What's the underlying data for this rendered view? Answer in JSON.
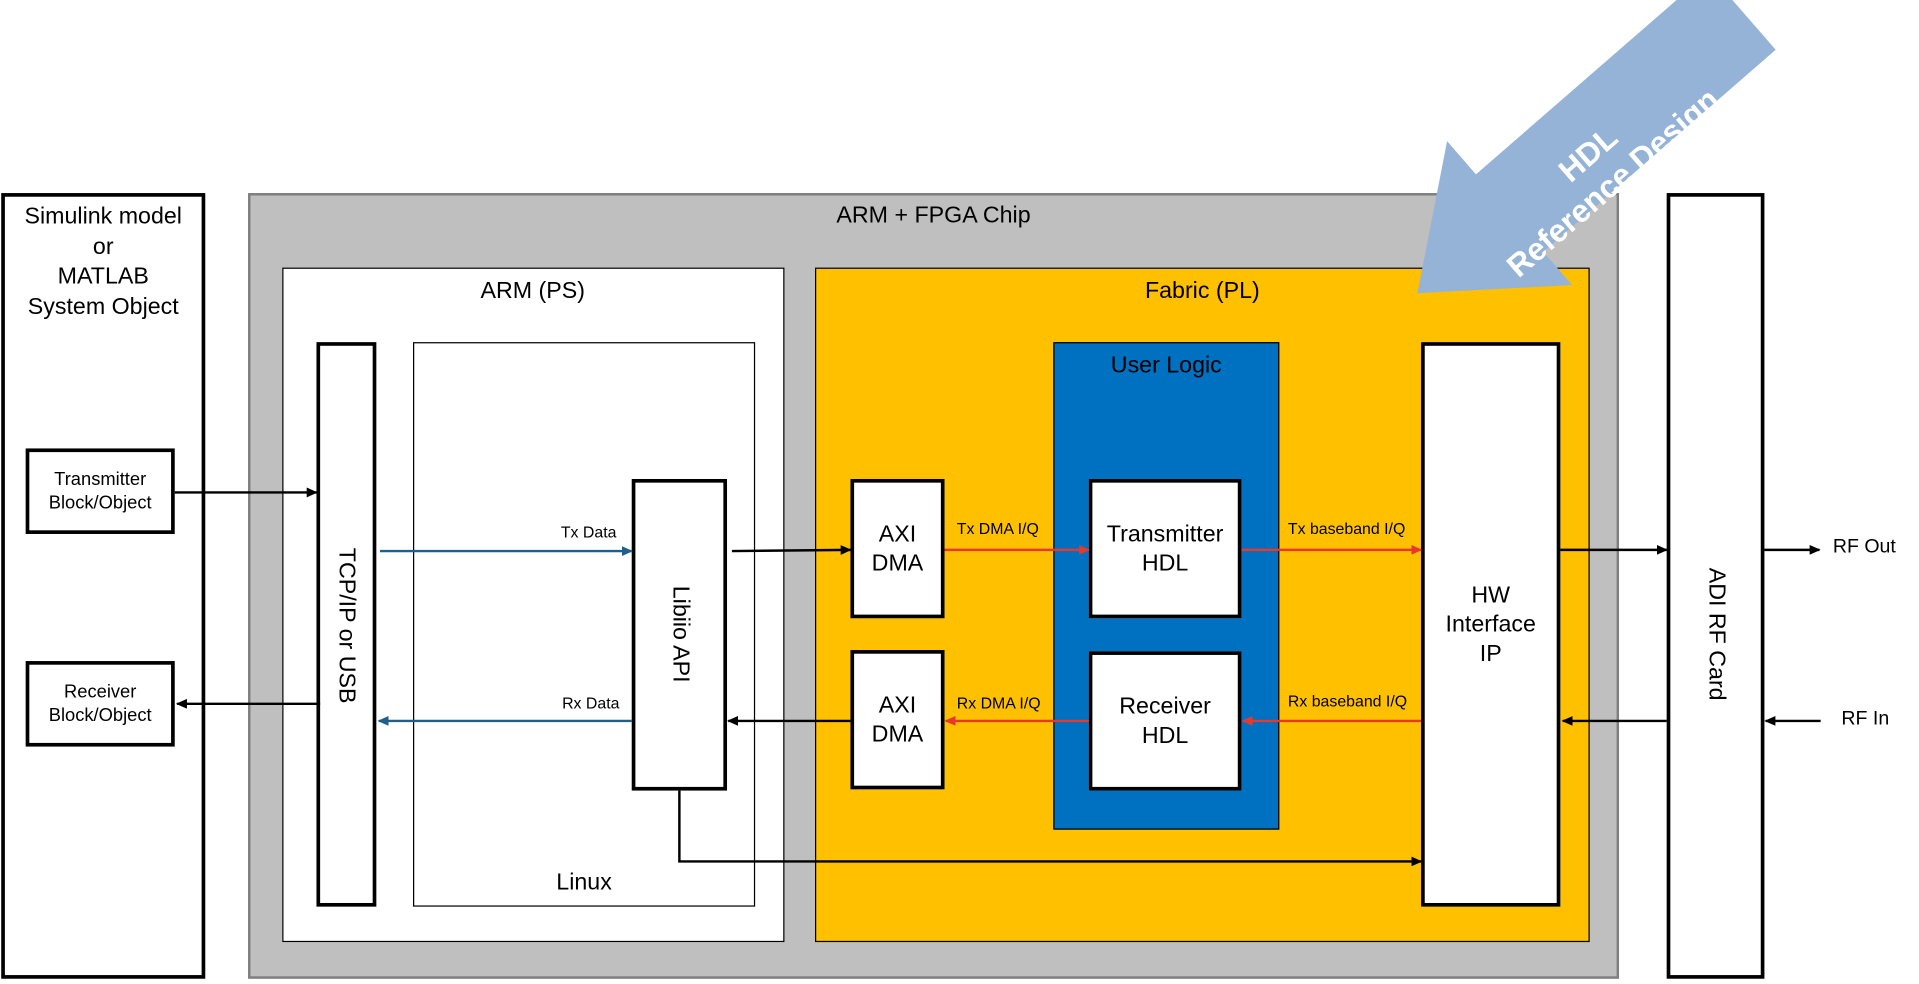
{
  "host": {
    "title_lines": [
      "Simulink model",
      "or",
      "MATLAB",
      "System Object"
    ],
    "tx_block": [
      "Transmitter",
      "Block/Object"
    ],
    "rx_block": [
      "Receiver",
      "Block/Object"
    ]
  },
  "chip": {
    "title": "ARM + FPGA Chip",
    "arm": {
      "title": "ARM (PS)",
      "tcpip": "TCP/IP or USB",
      "linux": "Linux",
      "libiio": "Libiio API",
      "tx_data": "Tx Data",
      "rx_data": "Rx Data"
    },
    "fabric": {
      "title": "Fabric (PL)",
      "axi_dma_tx": [
        "AXI",
        "DMA"
      ],
      "axi_dma_rx": [
        "AXI",
        "DMA"
      ],
      "tx_dma_iq": "Tx DMA I/Q",
      "rx_dma_iq": "Rx DMA I/Q",
      "user_logic": {
        "title": "User Logic",
        "tx_hdl": [
          "Transmitter",
          "HDL"
        ],
        "rx_hdl": [
          "Receiver",
          "HDL"
        ]
      },
      "tx_baseband": "Tx baseband I/Q",
      "rx_baseband": "Rx baseband I/Q",
      "hw_interface": [
        "HW",
        "Interface",
        "IP"
      ]
    }
  },
  "rf_card": {
    "title": "ADI RF Card",
    "rf_out": "RF Out",
    "rf_in": "RF In"
  },
  "callout": {
    "lines": [
      "HDL",
      "Reference Design"
    ]
  },
  "colors": {
    "chip_bg": "#bfbfbf",
    "fabric_bg": "#ffc000",
    "user_logic_bg": "#0070c0",
    "blue_arrow": "#1f5f8b",
    "red_arrow": "#e8382b",
    "callout": "#95b3d7"
  }
}
